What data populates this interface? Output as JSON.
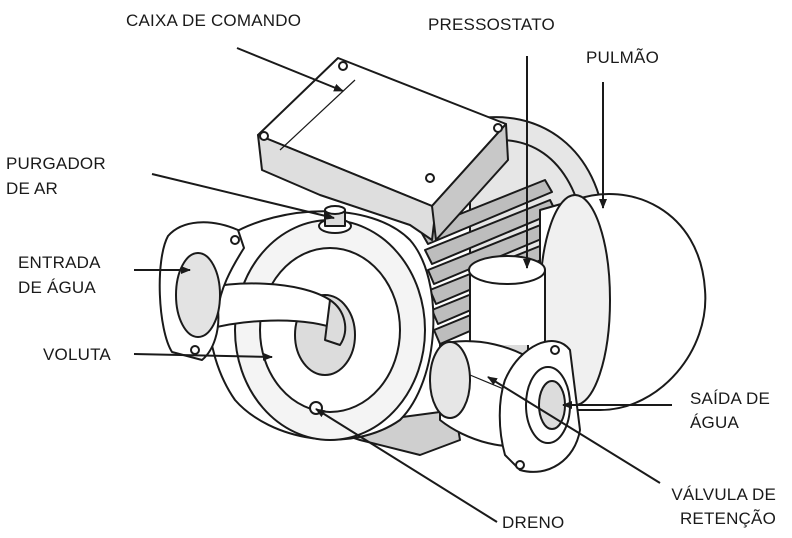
{
  "labels": {
    "caixa_de_comando": "CAIXA DE COMANDO",
    "pressostato": "PRESSOSTATO",
    "pulmao": "PULMÃO",
    "purgador_de_ar_1": "PURGADOR",
    "purgador_de_ar_2": "DE AR",
    "entrada_de_agua_1": "ENTRADA",
    "entrada_de_agua_2": "DE ÁGUA",
    "voluta": "VOLUTA",
    "saida_de_agua_1": "SAÍDA DE",
    "saida_de_agua_2": "ÁGUA",
    "valvula_de_retencao_1": "VÁLVULA DE",
    "valvula_de_retencao_2": "RETENÇÃO",
    "dreno": "DRENO"
  },
  "colors": {
    "line": "#1a1a1a",
    "body_fill": "#ffffff",
    "shade": "#cfcfcf",
    "dark_shade": "#9a9a9a"
  }
}
